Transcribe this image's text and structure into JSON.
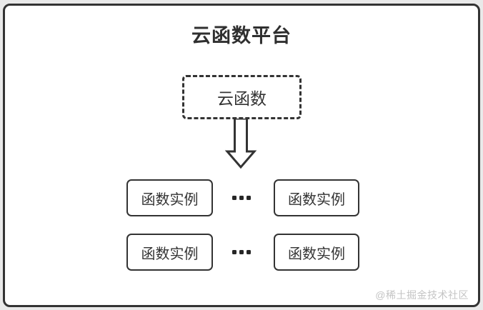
{
  "page": {
    "background_color": "#e9e9e9",
    "frame_border_color": "#333333",
    "ellipsis": "..."
  },
  "diagram": {
    "title": "云函数平台",
    "cloud_function": {
      "label": "云函数"
    },
    "instances": [
      {
        "label": "函数实例"
      },
      {
        "label": "函数实例"
      },
      {
        "label": "函数实例"
      },
      {
        "label": "函数实例"
      }
    ],
    "watermark": "@稀土掘金技术社区"
  }
}
